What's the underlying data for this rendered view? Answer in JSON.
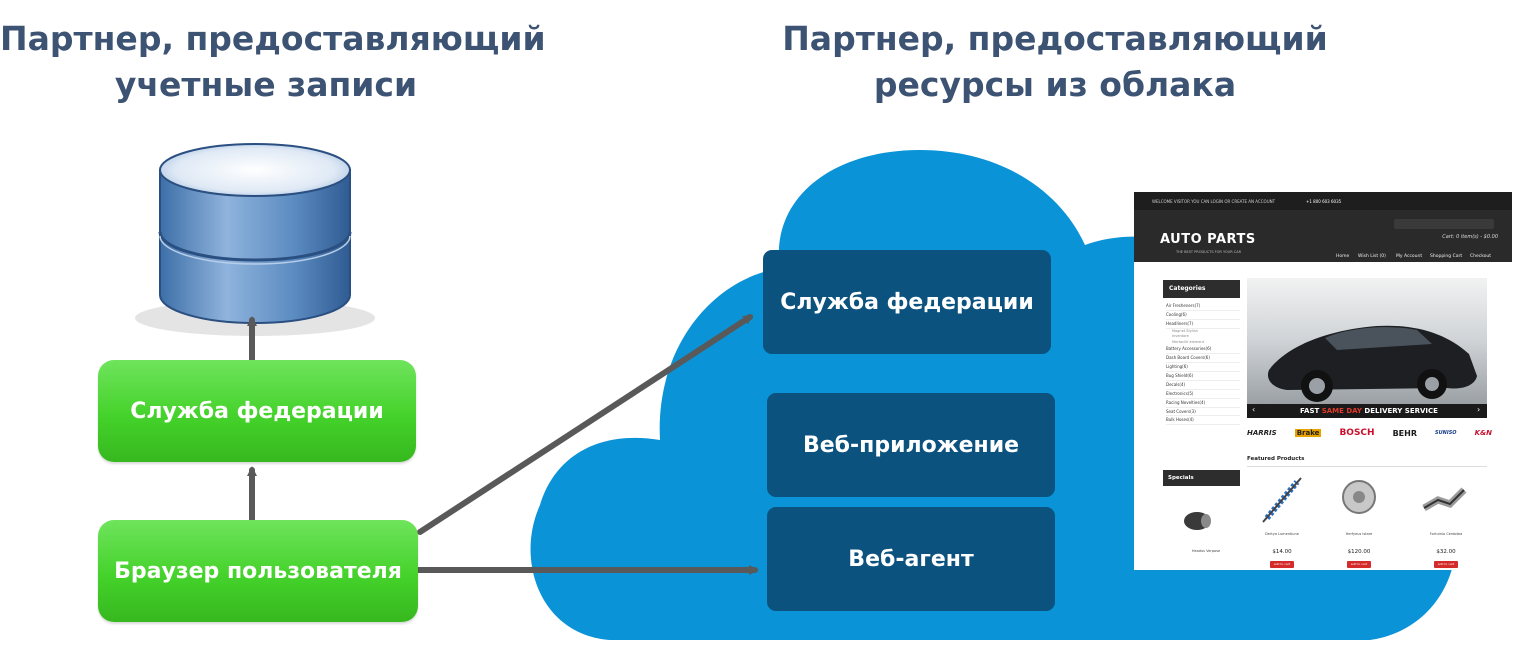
{
  "titles": {
    "left": {
      "line1": "Партнер, предоставляющий",
      "line2": "учетные записи"
    },
    "right": {
      "line1": "Партнер, предоставляющий",
      "line2": "ресурсы из облака"
    }
  },
  "left_stack": {
    "database_icon": "database-icon",
    "federation_service": "Служба федерации",
    "user_browser": "Браузер пользователя"
  },
  "cloud": {
    "federation_service": "Служба федерации",
    "web_application": "Веб-приложение",
    "web_agent": "Веб-агент"
  },
  "website": {
    "topbar_welcome": "WELCOME VISITOR YOU CAN LOGIN OR CREATE AN ACCOUNT",
    "topbar_phone": "+1 800 603 6035",
    "logo": "AUTO PARTS",
    "tagline": "THE BEST PRODUCTS FOR YOUR CAR",
    "cart": "Cart: 0 item(s) - $0.00",
    "nav": [
      "Home",
      "Wish List (0)",
      "My Account",
      "Shopping Cart",
      "Checkout"
    ],
    "categories_heading": "Categories",
    "categories": [
      "Air Fresheners(7)",
      "Cooling(6)",
      "Headliners(7)",
      "Battery Accessories(6)",
      "Dash Board Covers(6)",
      "Lighting(6)",
      "Bug Shield(6)",
      "Decals(4)",
      "Electronics(5)",
      "Racing Novelties(4)",
      "Seat Covers(3)",
      "Bulk Hoses(4)"
    ],
    "subcategories": [
      "Magnet Stylish",
      "Inventore",
      "Mertacilir element"
    ],
    "specials_heading": "Specials",
    "hero_text_before": "FAST ",
    "hero_text_highlight": "SAME DAY",
    "hero_text_after": " DELIVERY SERVICE",
    "brands": [
      "HARRIS",
      "Brake",
      "BOSCH",
      "BEHR",
      "SUNISO",
      "K&N"
    ],
    "featured_heading": "Featured Products",
    "products": [
      {
        "name": "Dertyo Lumentiune",
        "price": "$14.00"
      },
      {
        "name": "Herfyeus Istare",
        "price": "$120.00"
      },
      {
        "name": "Fortuinio Cerdotea",
        "price": "$32.00"
      }
    ],
    "special_product": "Headus Verpose",
    "add_to_cart": "add to cart"
  },
  "colors": {
    "title": "#3d5373",
    "cloud": "#0a93d6",
    "green_box": "#45d22b",
    "navy_box": "#0b527f",
    "arrow": "#595959"
  }
}
